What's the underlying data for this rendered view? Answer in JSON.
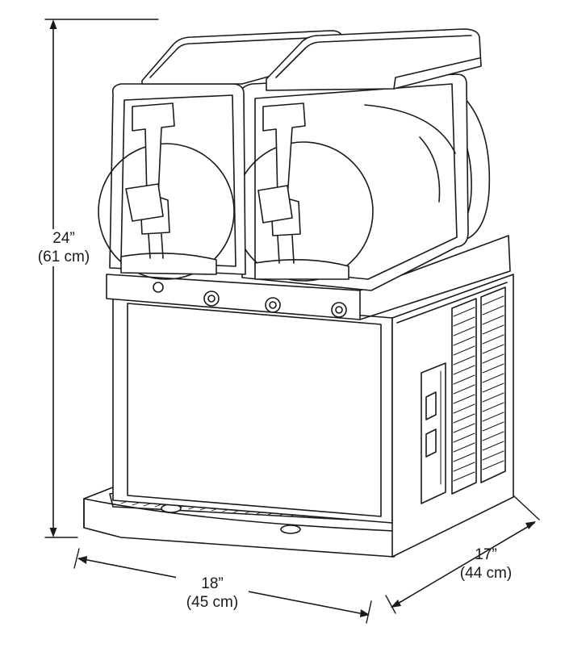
{
  "diagram": {
    "subject": "twin-bowl slush dispenser machine",
    "line_color": "#1a1a1a",
    "background": "#ffffff"
  },
  "dimensions": {
    "height": {
      "imperial": "24”",
      "metric": "(61 cm)"
    },
    "width": {
      "imperial": "18”",
      "metric": "(45 cm)"
    },
    "depth": {
      "imperial": "17”",
      "metric": "(44 cm)"
    }
  }
}
